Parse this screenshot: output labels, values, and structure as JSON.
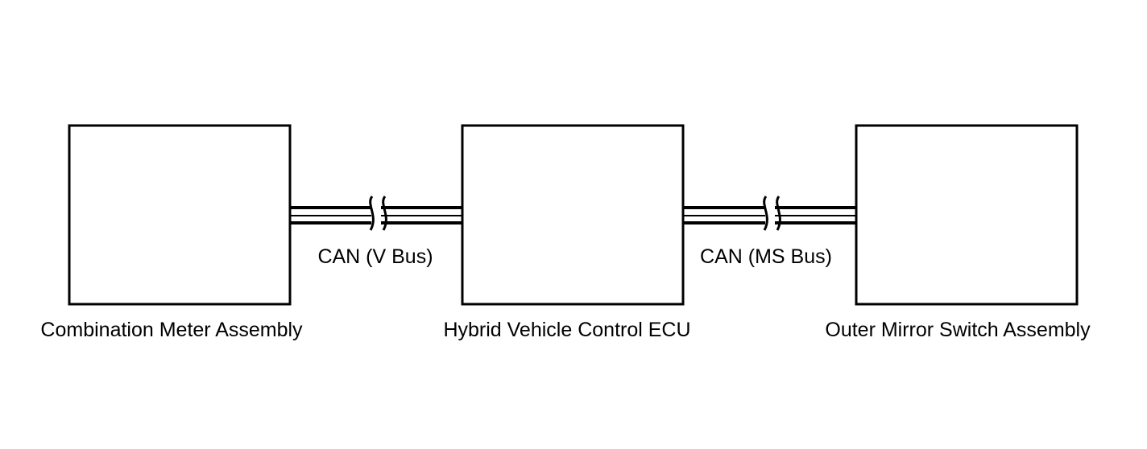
{
  "components": [
    {
      "id": "combination-meter",
      "label": "Combination Meter Assembly"
    },
    {
      "id": "hybrid-ecu",
      "label": "Hybrid Vehicle Control ECU"
    },
    {
      "id": "outer-mirror-switch",
      "label": "Outer Mirror Switch Assembly"
    }
  ],
  "connections": [
    {
      "from": "combination-meter",
      "to": "hybrid-ecu",
      "label": "CAN (V Bus)"
    },
    {
      "from": "hybrid-ecu",
      "to": "outer-mirror-switch",
      "label": "CAN (MS Bus)"
    }
  ],
  "colors": {
    "line": "#000000",
    "background": "#ffffff"
  }
}
